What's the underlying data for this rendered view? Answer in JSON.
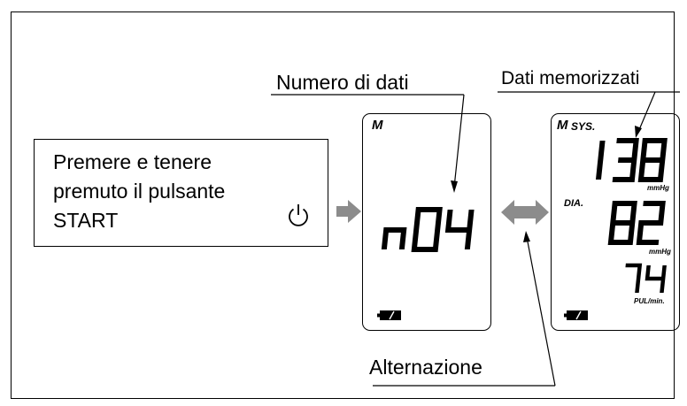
{
  "labels": {
    "data_number": "Numero di dati",
    "stored_data": "Dati memorizzati",
    "alternation": "Alternazione"
  },
  "instruction": {
    "lines": [
      "Premere e tenere",
      "premuto il pulsante",
      "START"
    ]
  },
  "display_left": {
    "mode_letter": "M",
    "reading": "n04"
  },
  "display_right": {
    "mode_letter": "M",
    "sys_label": "SYS.",
    "dia_label": "DIA.",
    "systolic": "138",
    "diastolic": "82",
    "pulse": "74",
    "unit_mmhg": "mmHg",
    "unit_pulse": "PUL/min."
  },
  "colors": {
    "arrow": "#8c8c8c",
    "ink": "#000000"
  },
  "icons": [
    "power-icon",
    "battery-icon",
    "arrow-right-icon",
    "double-arrow-icon"
  ]
}
